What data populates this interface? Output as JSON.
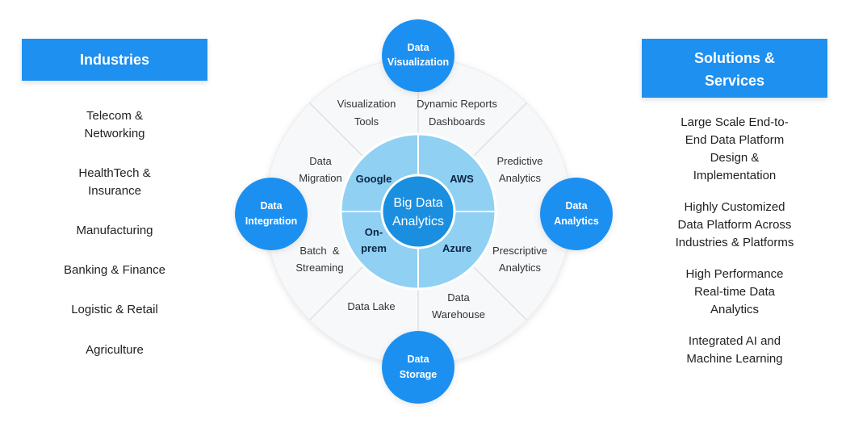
{
  "industries": {
    "title": "Industries",
    "items": [
      "Telecom &\nNetworking",
      "HealthTech &\nInsurance",
      "Manufacturing",
      "Banking & Finance",
      "Logistic & Retail",
      "Agriculture"
    ]
  },
  "solutions": {
    "title_line1": "Solutions &",
    "title_line2": "Services",
    "items": [
      "Large Scale End-to-\nEnd Data Platform\nDesign &\nImplementation",
      "Highly Customized\nData Platform Across\nIndustries & Platforms",
      "High Performance\nReal-time Data\nAnalytics",
      "Integrated AI and\nMachine Learning"
    ]
  },
  "center": {
    "line1": "Big Data",
    "line2": "Analytics",
    "quadrants": {
      "google": "Google",
      "aws": "AWS",
      "onprem_line1": "On-",
      "onprem_line2": "prem",
      "azure": "Azure"
    }
  },
  "nodes": {
    "visualization": [
      "Data",
      "Visualization"
    ],
    "integration": [
      "Data",
      "Integration"
    ],
    "analytics": [
      "Data",
      "Analytics"
    ],
    "storage": [
      "Data",
      "Storage"
    ]
  },
  "ring_labels": {
    "viz_tools": [
      "Visualization",
      "Tools"
    ],
    "dynamic_reports": [
      "Dynamic Reports",
      "Dashboards"
    ],
    "data_migration": [
      "Data",
      "Migration"
    ],
    "predictive": [
      "Predictive",
      "Analytics"
    ],
    "batch_streaming": [
      "Batch  &",
      "Streaming"
    ],
    "prescriptive": [
      "Prescriptive",
      "Analytics"
    ],
    "data_lake": [
      "Data Lake"
    ],
    "data_warehouse": [
      "Data",
      "Warehouse"
    ]
  },
  "colors": {
    "accent": "#1e90f0",
    "center_light": "#8fd0f3",
    "center_core": "#1a8fe0",
    "ring": "#f7f8fa"
  }
}
